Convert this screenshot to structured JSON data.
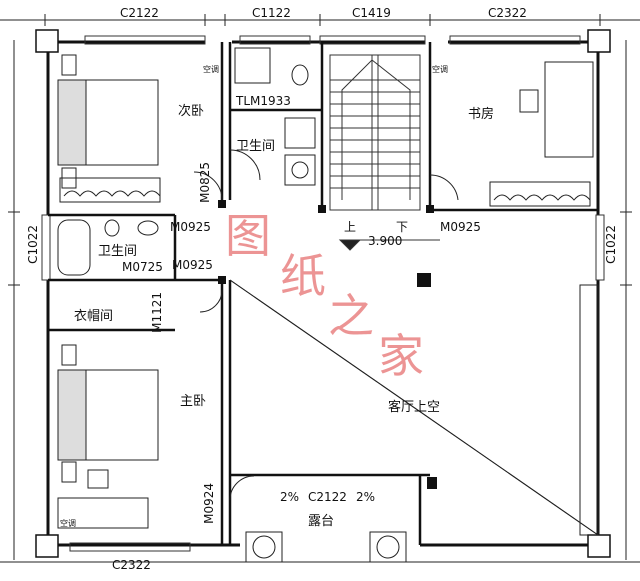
{
  "dims": {
    "top": [
      "C2122",
      "C1122",
      "C1419",
      "C2322"
    ],
    "bottom": [
      "C2322"
    ],
    "left": [
      "C1022"
    ],
    "right": [
      "C1022"
    ]
  },
  "rooms": {
    "bedroom2": "次卧",
    "bathroom_upper": "卫生间",
    "study": "书房",
    "bathroom_small": "卫生间",
    "cloakroom": "衣帽间",
    "master_bedroom": "主卧",
    "living_void": "客厅上空",
    "terrace": "露台"
  },
  "doors": {
    "tlm": "TLM1933",
    "m0825": "M0825",
    "m0925_left": "M0925",
    "m0725": "M0725",
    "m0925_left2": "M0925",
    "m1121": "M1121",
    "m0925_study": "M0925",
    "m0924": "M0924"
  },
  "terrace_window": "C2122",
  "slope_left": "2%",
  "slope_right": "2%",
  "stair": {
    "up": "上",
    "down": "下",
    "level": "3.900"
  },
  "ac_labels": [
    "空调",
    "空调",
    "空调"
  ],
  "watermark": [
    "图",
    "纸",
    "之",
    "家"
  ]
}
